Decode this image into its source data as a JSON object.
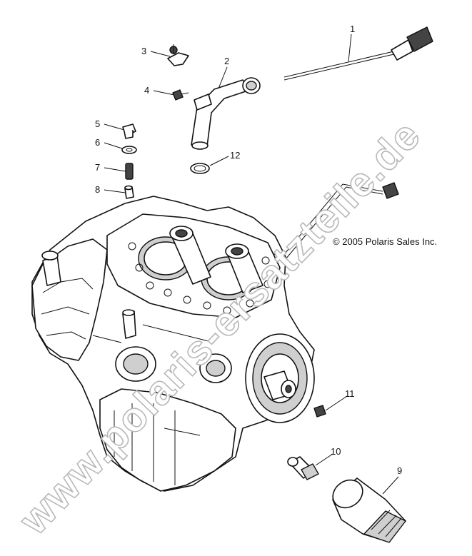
{
  "copyright": "© 2005 Polaris Sales Inc.",
  "watermark": "www.polaris-ersatzteile.de",
  "callouts": [
    {
      "id": "1",
      "part": "dipstick"
    },
    {
      "id": "2",
      "part": "filler-tube"
    },
    {
      "id": "3",
      "part": "clamp"
    },
    {
      "id": "4",
      "part": "bolt"
    },
    {
      "id": "5",
      "part": "bolt"
    },
    {
      "id": "6",
      "part": "washer"
    },
    {
      "id": "7",
      "part": "spring"
    },
    {
      "id": "8",
      "part": "dowel-pin"
    },
    {
      "id": "9",
      "part": "oil-filter"
    },
    {
      "id": "10",
      "part": "fitting"
    },
    {
      "id": "11",
      "part": "plug"
    },
    {
      "id": "12",
      "part": "o-ring"
    }
  ]
}
